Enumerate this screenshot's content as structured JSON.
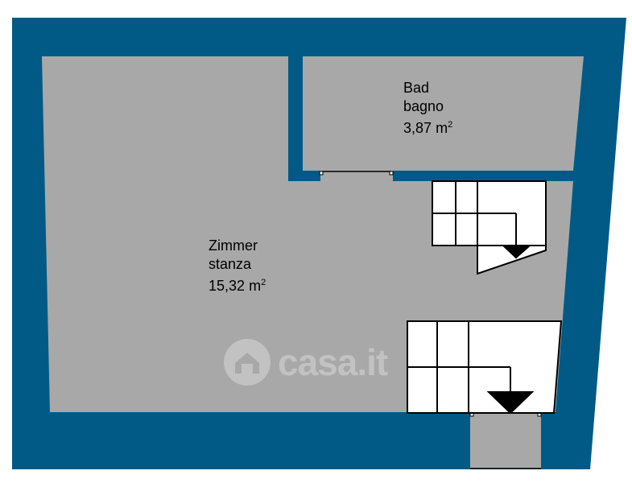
{
  "colors": {
    "wall": "#005a85",
    "floor": "#a8a8a8",
    "stairs": "#ffffff",
    "line": "#000000"
  },
  "rooms": [
    {
      "name_de": "Bad",
      "name_it": "bagno",
      "area": "3,87",
      "unit": "m",
      "unit_exp": "2"
    },
    {
      "name_de": "Zimmer",
      "name_it": "stanza",
      "area": "15,32",
      "unit": "m",
      "unit_exp": "2"
    }
  ],
  "watermark": {
    "text": "casa.it",
    "icon": "house-icon"
  }
}
